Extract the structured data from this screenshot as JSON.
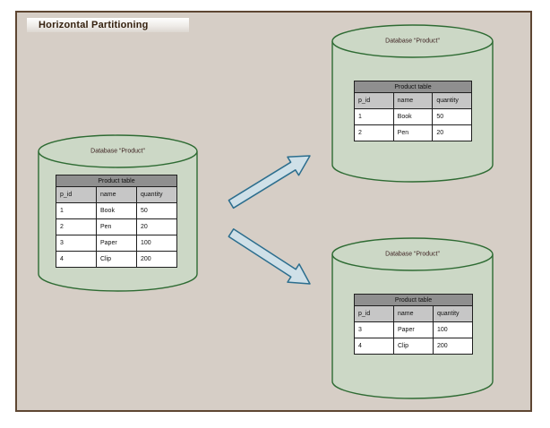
{
  "title": "Horizontal Partitioning",
  "colors": {
    "canvas_bg": "#d6cec6",
    "canvas_border": "#5e4632",
    "cylinder_fill": "#ccd8c6",
    "cylinder_stroke": "#2e6b33",
    "arrow_fill": "#cfe0e8",
    "arrow_stroke": "#2c6e8e",
    "table_title_bg": "#8f8f8f",
    "table_header_bg": "#c6c6c6",
    "label_color": "#3d2121",
    "title_color": "#35210f"
  },
  "databases": [
    {
      "id": "source",
      "label": "Database “Product”",
      "table": {
        "title": "Product table",
        "columns": [
          "p_id",
          "name",
          "quantity"
        ],
        "rows": [
          [
            "1",
            "Book",
            "50"
          ],
          [
            "2",
            "Pen",
            "20"
          ],
          [
            "3",
            "Paper",
            "100"
          ],
          [
            "4",
            "Clip",
            "200"
          ]
        ]
      }
    },
    {
      "id": "partition-1",
      "label": "Database “Product”",
      "table": {
        "title": "Product table",
        "columns": [
          "p_id",
          "name",
          "quantity"
        ],
        "rows": [
          [
            "1",
            "Book",
            "50"
          ],
          [
            "2",
            "Pen",
            "20"
          ]
        ]
      }
    },
    {
      "id": "partition-2",
      "label": "Database “Product”",
      "table": {
        "title": "Product table",
        "columns": [
          "p_id",
          "name",
          "quantity"
        ],
        "rows": [
          [
            "3",
            "Paper",
            "100"
          ],
          [
            "4",
            "Clip",
            "200"
          ]
        ]
      }
    }
  ]
}
